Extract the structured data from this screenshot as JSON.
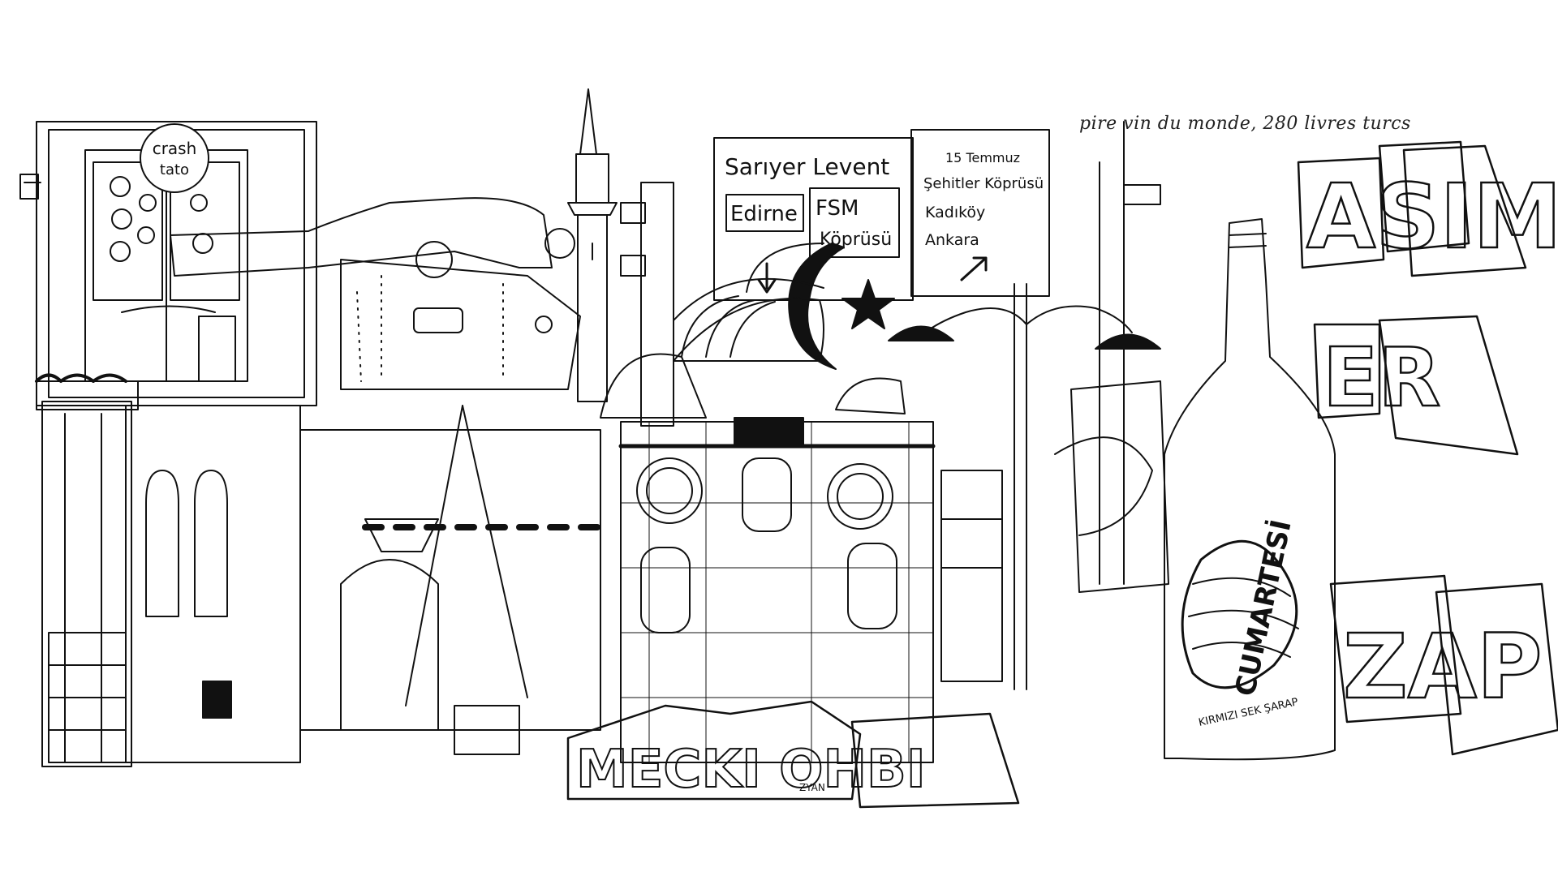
{
  "caption": "pire vin du monde, 280 livres turcs",
  "badge": {
    "line1": "crash",
    "line2": "tato"
  },
  "road_sign_left": {
    "top_line": "Sarıyer Levent",
    "box1": "Edirne",
    "box2_line1": "FSM",
    "box2_line2": "Köprüsü"
  },
  "road_sign_right": {
    "line1": "15 Temmuz",
    "line2": "Şehitler Köprüsü",
    "line3": "Kadıköy",
    "line4": "Ankara"
  },
  "graffiti": {
    "bottom_center": "MECKI OHBI",
    "right_top": "ASIM",
    "right_mid": "ER",
    "right_bottom": "ZAP",
    "signature": "ZYAN"
  },
  "bottle": {
    "brand": "CUMARTESİ",
    "subtitle": "KIRMIZI SEK ŞARAP"
  },
  "palette": {
    "ink": "#111111",
    "paper": "#ffffff"
  }
}
